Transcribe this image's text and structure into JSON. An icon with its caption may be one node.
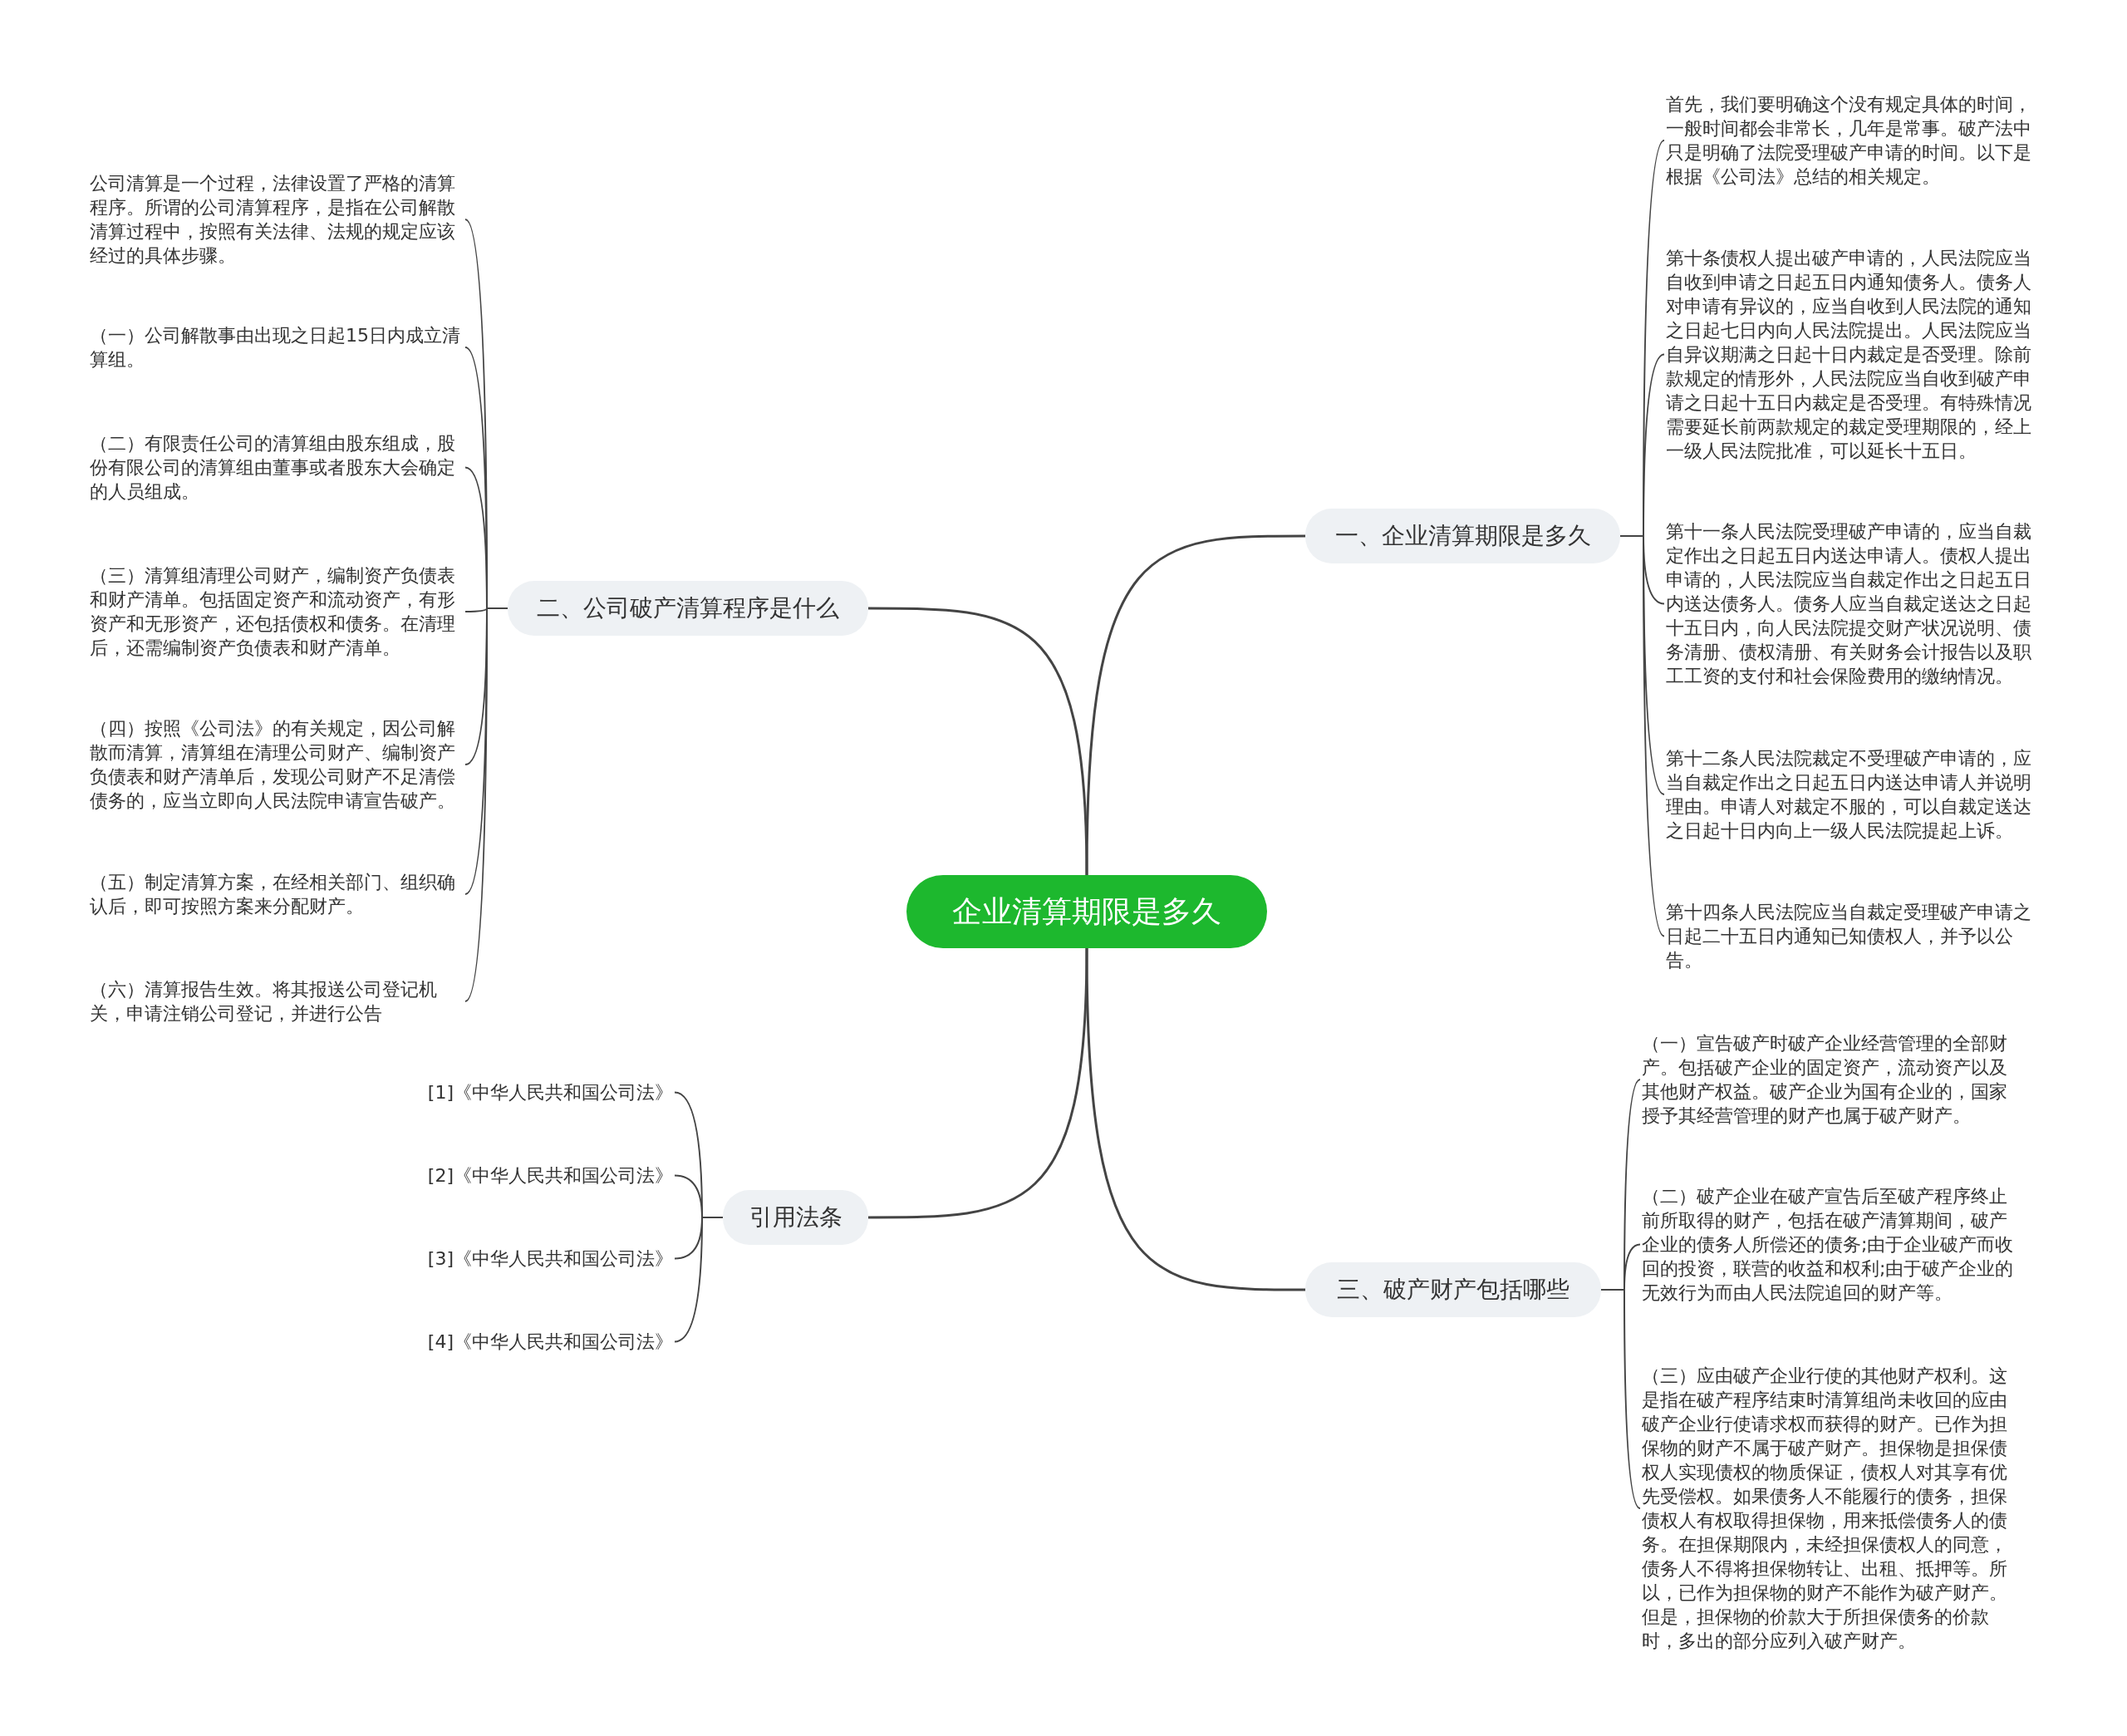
{
  "diagram": {
    "nodes": [
      {
        "text": [
          "企业清算期限是多久"
        ]
      },
      {
        "text": [
          "一、企业清算期限是多久"
        ]
      },
      {
        "text": [
          "首先，我们要明确这个没有规定具体的时间，一般时间都会非常长，几年是常事。破产法中只是明确了法院受理破产申请的时间。以下是根据《公司法》总结的相关规定。"
        ]
      },
      {
        "text": [
          "第十条债权人提出破产申请的，人民法院应当自收到申请之日起五日内通知债务人。债务人对申请有异议的，应当自收到人民法院的通知之日起七日内向人民法院提出。人民法院应当自异议期满之日起十日内裁定是否受理。除前款规定的情形外，人民法院应当自收到破产申请之日起十五日内裁定是否受理。有特殊情况需要延长前两款规定的裁定受理期限的，经上一级人民法院批准，可以延长十五日。"
        ]
      },
      {
        "text": [
          "第十一条人民法院受理破产申请的，应当自裁定作出之日起五日内送达申请人。债权人提出申请的，人民法院应当自裁定作出之日起五日内送达债务人。债务人应当自裁定送达之日起十五日内，向人民法院提交财产状况说明、债务清册、债权清册、有关财务会计报告以及职工工资的支付和社会保险费用的缴纳情况。"
        ]
      },
      {
        "text": [
          "第十二条人民法院裁定不受理破产申请的，应当自裁定作出之日起五日内送达申请人并说明理由。申请人对裁定不服的，可以自裁定送达之日起十日内向上一级人民法院提起上诉。"
        ]
      },
      {
        "text": [
          "第十四条人民法院应当自裁定受理破产申请之日起二十五日内通知已知债权人，并予以公告。"
        ]
      },
      {
        "text": [
          "二、公司破产清算程序是什么"
        ]
      },
      {
        "text": [
          "公司清算是一个过程，法律设置了严格的清算程序。所谓的公司清算程序，是指在公司解散清算过程中，按照有关法律、法规的规定应该经过的具体步骤。"
        ]
      },
      {
        "text": [
          "（一）公司解散事由出现之日起15日内成立清算组。"
        ]
      },
      {
        "text": [
          "（二）有限责任公司的清算组由股东组成，股份有限公司的清算组由董事或者股东大会确定的人员组成。"
        ]
      },
      {
        "text": [
          "（三）清算组清理公司财产，编制资产负债表和财产清单。包括固定资产和流动资产，有形资产和无形资产，还包括债权和债务。在清理后，还需编制资产负债表和财产清单。"
        ]
      },
      {
        "text": [
          "（四）按照《公司法》的有关规定，因公司解散而清算，清算组在清理公司财产、编制资产负债表和财产清单后，发现公司财产不足清偿债务的，应当立即向人民法院申请宣告破产。"
        ]
      },
      {
        "text": [
          "（五）制定清算方案，在经相关部门、组织确认后，即可按照方案来分配财产。"
        ]
      },
      {
        "text": [
          "（六）清算报告生效。将其报送公司登记机关，申请注销公司登记，并进行公告"
        ]
      },
      {
        "text": [
          "引用法条"
        ]
      },
      {
        "text": [
          "[1]《中华人民共和国公司法》"
        ]
      },
      {
        "text": [
          "[2]《中华人民共和国公司法》"
        ]
      },
      {
        "text": [
          "[3]《中华人民共和国公司法》"
        ]
      },
      {
        "text": [
          "[4]《中华人民共和国公司法》"
        ]
      },
      {
        "text": [
          "三、破产财产包括哪些"
        ]
      },
      {
        "text": [
          "（一）宣告破产时破产企业经营管理的全部财产。包括破产企业的固定资产，流动资产以及其他财产权益。破产企业为国有企业的，国家授予其经营管理的财产也属于破产财产。"
        ]
      },
      {
        "text": [
          "（二）破产企业在破产宣告后至破产程序终止前所取得的财产，包括在破产清算期间，破产企业的债务人所偿还的债务;由于企业破产而收回的投资，联营的收益和权利;由于破产企业的无效行为而由人民法院追回的财产等。"
        ]
      },
      {
        "text": [
          "（三）应由破产企业行使的其他财产权利。这是指在破产程序结束时清算组尚未收回的应由破产企业行使请求权而获得的财产。已作为担保物的财产不属于破产财产。担保物是担保债权人实现债权的物质保证，债权人对其享有优先受偿权。如果债务人不能履行的债务，担保债权人有权取得担保物，用来抵偿债务人的债务。在担保期限内，未经担保债权人的同意，债务人不得将担保物转让、出租、抵押等。所以，已作为担保物的财产不能作为破产财产。但是，担保物的价款大于所担保债务的价款时，多出的部分应列入破产财产。"
        ]
      }
    ],
    "edges": [
      {
        "from": 0,
        "to": 1,
        "arrow": "none"
      },
      {
        "from": 1,
        "to": 2,
        "arrow": "none"
      },
      {
        "from": 1,
        "to": 3,
        "arrow": "none"
      },
      {
        "from": 1,
        "to": 4,
        "arrow": "none"
      },
      {
        "from": 1,
        "to": 5,
        "arrow": "none"
      },
      {
        "from": 1,
        "to": 6,
        "arrow": "none"
      },
      {
        "from": 0,
        "to": 7,
        "arrow": "none"
      },
      {
        "from": 7,
        "to": 8,
        "arrow": "none"
      },
      {
        "from": 7,
        "to": 9,
        "arrow": "none"
      },
      {
        "from": 7,
        "to": 10,
        "arrow": "none"
      },
      {
        "from": 7,
        "to": 11,
        "arrow": "none"
      },
      {
        "from": 7,
        "to": 12,
        "arrow": "none"
      },
      {
        "from": 7,
        "to": 13,
        "arrow": "none"
      },
      {
        "from": 7,
        "to": 14,
        "arrow": "none"
      },
      {
        "from": 0,
        "to": 15,
        "arrow": "none"
      },
      {
        "from": 15,
        "to": 16,
        "arrow": "none"
      },
      {
        "from": 15,
        "to": 17,
        "arrow": "none"
      },
      {
        "from": 15,
        "to": 18,
        "arrow": "none"
      },
      {
        "from": 15,
        "to": 19,
        "arrow": "none"
      },
      {
        "from": 0,
        "to": 20,
        "arrow": "none"
      },
      {
        "from": 20,
        "to": 21,
        "arrow": "none"
      },
      {
        "from": 20,
        "to": 22,
        "arrow": "none"
      },
      {
        "from": 20,
        "to": 23,
        "arrow": "none"
      }
    ]
  }
}
